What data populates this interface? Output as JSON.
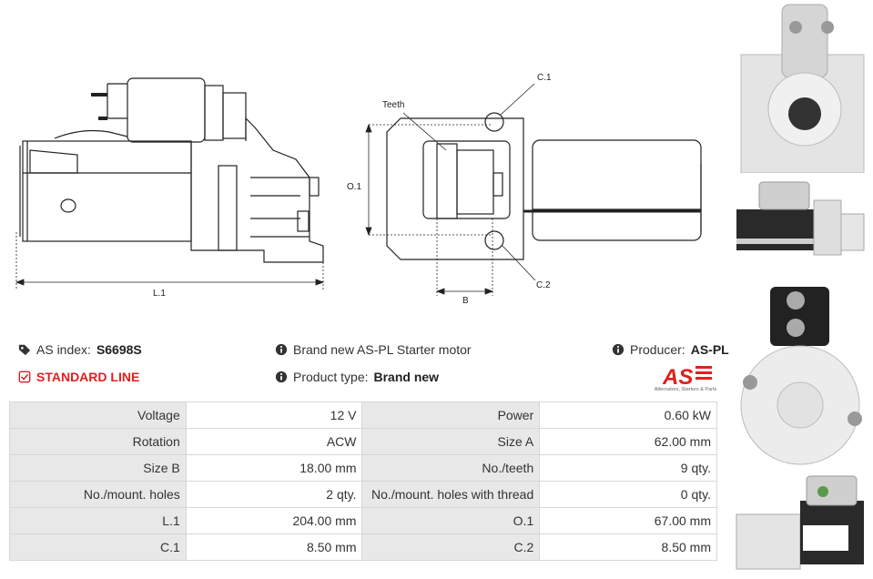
{
  "diagram": {
    "label_l1": "L.1",
    "label_teeth": "Teeth",
    "label_o1": "O.1",
    "label_b": "B",
    "label_c1": "C.1",
    "label_c2": "C.2"
  },
  "info": {
    "as_index_label": "AS index:",
    "as_index_value": "S6698S",
    "standard_line": "STANDARD LINE",
    "brand_text": "Brand new AS-PL Starter motor",
    "product_type_label": "Product type:",
    "product_type_value": "Brand new",
    "producer_label": "Producer:",
    "producer_value": "AS-PL",
    "logo_text": "AS",
    "logo_caption": "Alternators, Starters & Parts"
  },
  "icons": {
    "tag": "tags-icon",
    "check": "check-square-icon",
    "info": "info-circle-icon"
  },
  "colors": {
    "accent_red": "#e02020",
    "label_bg": "#e8e8e8",
    "border": "#d7d7d7"
  },
  "specs": [
    {
      "l1": "Voltage",
      "v1": "12 V",
      "l2": "Power",
      "v2": "0.60 kW"
    },
    {
      "l1": "Rotation",
      "v1": "ACW",
      "l2": "Size A",
      "v2": "62.00 mm"
    },
    {
      "l1": "Size B",
      "v1": "18.00 mm",
      "l2": "No./teeth",
      "v2": "9 qty."
    },
    {
      "l1": "No./mount. holes",
      "v1": "2 qty.",
      "l2": "No./mount. holes with thread",
      "v2": "0 qty."
    },
    {
      "l1": "L.1",
      "v1": "204.00 mm",
      "l2": "O.1",
      "v2": "67.00 mm"
    },
    {
      "l1": "C.1",
      "v1": "8.50 mm",
      "l2": "C.2",
      "v2": "8.50 mm"
    }
  ]
}
